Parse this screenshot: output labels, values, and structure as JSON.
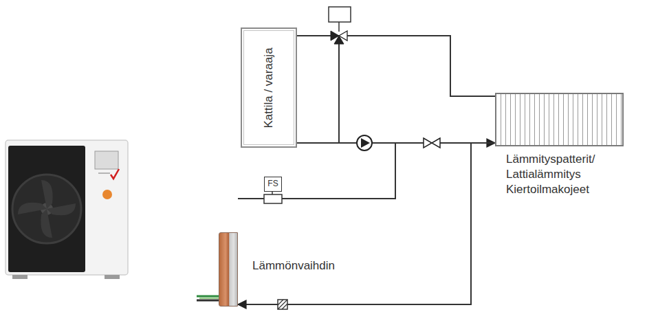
{
  "diagram": {
    "nodes": [
      {
        "text": [
          "Kattila / varaaja"
        ]
      },
      {
        "text": [
          "Lämmityspatterit/ Lattialämmitys Kiertoilmakojeet"
        ]
      },
      {
        "text": [
          "FS"
        ]
      },
      {
        "text": [
          "Lämmönvaihdin"
        ]
      }
    ],
    "edges": [
      {
        "from": 0,
        "to": 1,
        "arrow": "none"
      },
      {
        "from": 1,
        "to": 0,
        "arrow": "none"
      },
      {
        "from": 3,
        "to": 1,
        "arrow": "to"
      },
      {
        "from": 1,
        "to": 3,
        "arrow": "to"
      }
    ]
  }
}
